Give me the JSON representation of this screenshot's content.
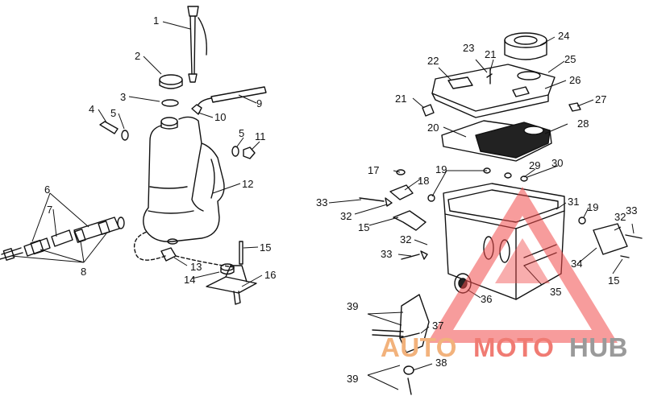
{
  "diagram": {
    "labels": [
      "1",
      "2",
      "3",
      "4",
      "5",
      "6",
      "7",
      "8",
      "9",
      "10",
      "5",
      "11",
      "12",
      "13",
      "14",
      "15",
      "16",
      "17",
      "18",
      "19",
      "20",
      "21",
      "21",
      "22",
      "23",
      "24",
      "25",
      "26",
      "27",
      "28",
      "29",
      "30",
      "31",
      "32",
      "33",
      "15",
      "32",
      "33",
      "19",
      "32",
      "33",
      "34",
      "15",
      "35",
      "36",
      "37",
      "38",
      "39",
      "39"
    ]
  },
  "watermark": {
    "auto": "AUTO",
    "moto": "MOTO",
    "hub": "HUB",
    "colors": {
      "auto": "#f2b27c",
      "moto": "#f07b73",
      "hub": "#9a9a9a",
      "triangle": "#f04a4a"
    }
  }
}
